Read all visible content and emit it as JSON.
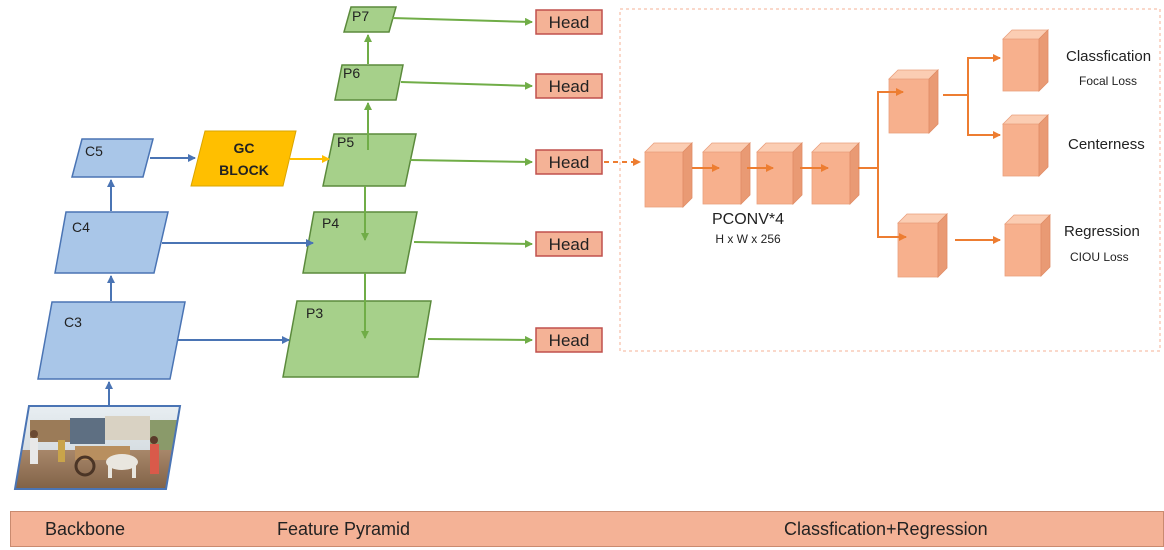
{
  "colors": {
    "backbone_fill": "#a9c6e8",
    "backbone_stroke": "#4a74b4",
    "pyramid_fill": "#a6d08a",
    "pyramid_stroke": "#5b8a3c",
    "gc_fill": "#ffbf00",
    "head_fill": "#f4b296",
    "head_stroke": "#c0504d",
    "block_fill": "#f7b08d",
    "arrow_blue": "#4a74b4",
    "arrow_green": "#70ad47",
    "arrow_orange": "#ed7d31",
    "dashed_border": "#f4b296"
  },
  "backbone": {
    "c3": "C3",
    "c4": "C4",
    "c5": "C5"
  },
  "input_image": {
    "icon": "street-scene-photo"
  },
  "gc_block": {
    "line1": "GC",
    "line2": "BLOCK"
  },
  "pyramid": {
    "p3": "P3",
    "p4": "P4",
    "p5": "P5",
    "p6": "P6",
    "p7": "P7"
  },
  "heads": {
    "h7": "Head",
    "h6": "Head",
    "h5": "Head",
    "h4": "Head",
    "h3": "Head"
  },
  "head_detail": {
    "pconv_label": "PCONV*4",
    "dims_label": "H x W x 256",
    "classification_label": "Classfication",
    "focal_loss_label": "Focal Loss",
    "centerness_label": "Centerness",
    "regression_label": "Regression",
    "ciou_loss_label": "CIOU Loss"
  },
  "bottom_bar": {
    "backbone": "Backbone",
    "feature_pyramid": "Feature Pyramid",
    "cls_reg": "Classfication+Regression"
  }
}
